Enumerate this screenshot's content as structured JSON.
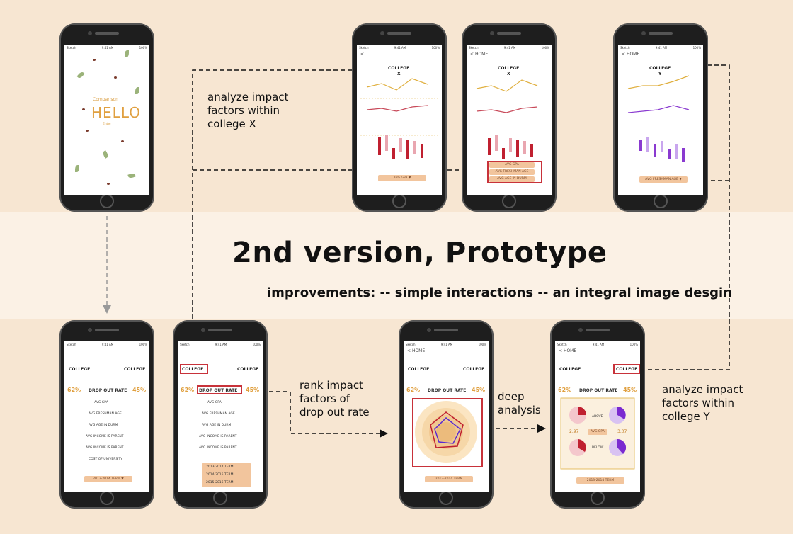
{
  "title": "2nd version, Prototype",
  "subtitle": "improvements: -- simple interactions -- an integral image desgin",
  "annotations": {
    "analyze_x": [
      "analyze impact",
      "factors within",
      "college X"
    ],
    "rank": [
      "rank impact",
      "factors of",
      "drop out rate"
    ],
    "deep": [
      "deep",
      "analysis"
    ],
    "analyze_y": [
      "analyze impact",
      "factors within",
      "college Y"
    ]
  },
  "screens": {
    "status": {
      "carrier": "Sketch",
      "time": "9:41 AM",
      "battery": "100%"
    },
    "home_btn": "HOME",
    "splash": {
      "top": "Comparison",
      "main": "HELLO",
      "bottom": "Enter"
    },
    "college": "COLLEGE",
    "college_x": "X",
    "college_y": "Y",
    "drop_out_rate": "DROP OUT RATE",
    "rate_x": "62%",
    "rate_y": "45%",
    "factors": [
      "AVG GPA",
      "AVG FRESHMAN AGE",
      "AVG AGE IN DURM",
      "AVG INCOME IS PARENT",
      "AVG INCOME IS PARENT",
      "COST OF UNIVERSITY"
    ],
    "term": "2013-2014 TERM",
    "terms": [
      "2013-2014 TERM",
      "2014-2015 TERM",
      "2015-2016 TERM"
    ],
    "avg_gpa": "AVG GPA",
    "avg_fresh": "AVG FRESHMAN AGE",
    "avg_durm": "AVG AGE IN DURM",
    "gpa_x": "2.97",
    "gpa_y": "3.07",
    "above": "ABOVE",
    "below": "BELOW"
  },
  "colors": {
    "background": "#f7e6d2",
    "band": "#fbf1e5",
    "highlight": "#c8323a",
    "accent": "#e0a040"
  }
}
